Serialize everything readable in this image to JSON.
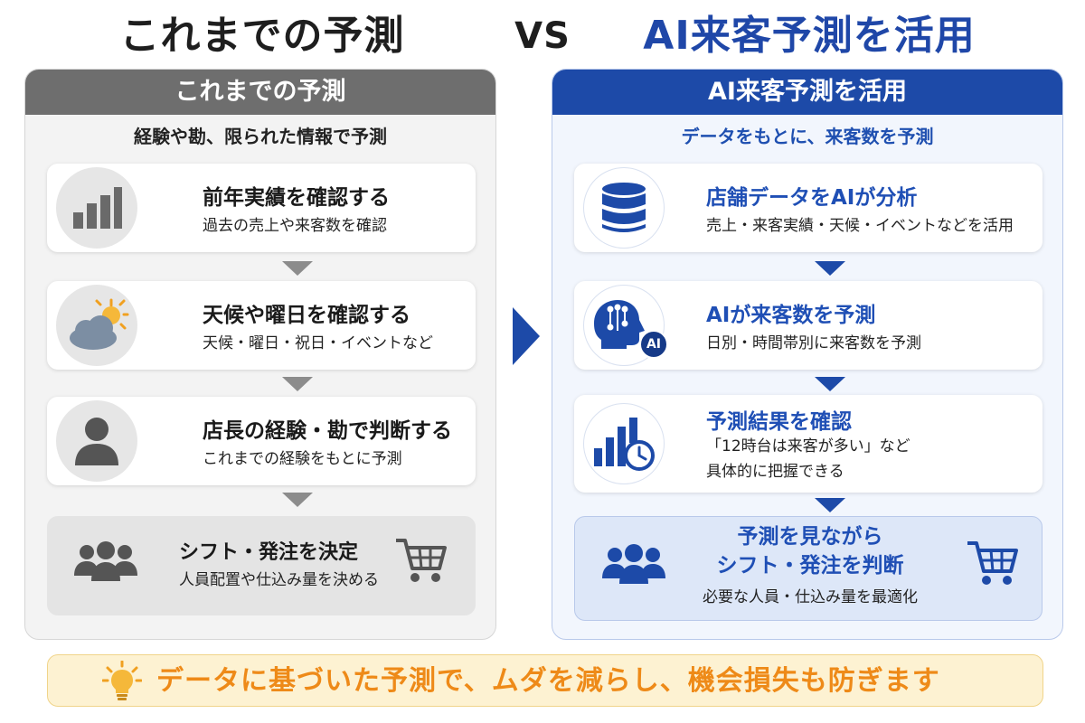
{
  "titles": {
    "left": "これまでの予測",
    "vs": "VS",
    "right": "AI来客予測を活用"
  },
  "left_panel": {
    "header": "これまでの予測",
    "subtitle": "経験や勘、限られた情報で予測",
    "steps": [
      {
        "title": "前年実績を確認する",
        "text": "過去の売上や来客数を確認",
        "icon": "bar-chart-icon"
      },
      {
        "title": "天候や曜日を確認する",
        "text": "天候・曜日・祝日・イベントなど",
        "icon": "weather-icon"
      },
      {
        "title": "店長の経験・勘で判断する",
        "text": "これまでの経験をもとに予測",
        "icon": "person-icon"
      }
    ],
    "final": {
      "title": "シフト・発注を決定",
      "text": "人員配置や仕込み量を決める",
      "icons": [
        "group-icon",
        "cart-icon"
      ]
    }
  },
  "right_panel": {
    "header": "AI来客予測を活用",
    "subtitle": "データをもとに、来客数を予測",
    "steps": [
      {
        "title": "店舗データをAIが分析",
        "text": "売上・来客実績・天候・イベントなどを活用",
        "icon": "database-icon"
      },
      {
        "title": "AIが来客数を予測",
        "text": "日別・時間帯別に来客数を予測",
        "icon": "ai-head-icon",
        "badge": "AI"
      },
      {
        "title": "予測結果を確認",
        "text_lines": [
          "「12時台は来客が多い」など",
          "具体的に把握できる"
        ],
        "icon": "chart-clock-icon"
      }
    ],
    "final": {
      "title_lines": [
        "予測を見ながら",
        "シフト・発注を判断"
      ],
      "text": "必要な人員・仕込み量を最適化",
      "icons": [
        "group-icon",
        "cart-icon"
      ]
    }
  },
  "banner": {
    "text": "データに基づいた予測で、ムダを減らし、機会損失も防ぎます",
    "icon": "lightbulb-icon"
  },
  "colors": {
    "primary_blue": "#1d4aa8",
    "gray_header": "#6e6e6e",
    "banner_orange": "#ee8a18",
    "banner_bg": "#fdf2d2"
  }
}
